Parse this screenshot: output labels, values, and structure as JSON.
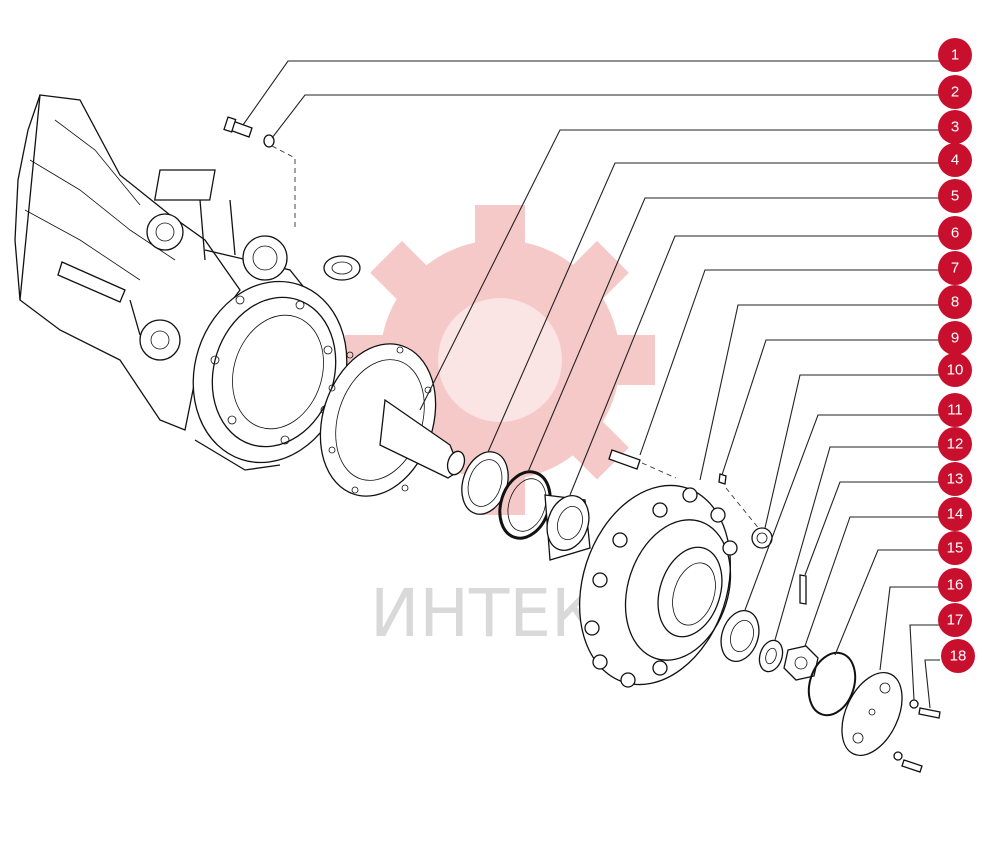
{
  "watermark": {
    "text": "ИНТЕК",
    "color": "#d9d9d9",
    "gear_color": "#f6c9c9"
  },
  "callout_color": "#c8102e",
  "callouts": [
    "1",
    "2",
    "3",
    "4",
    "5",
    "6",
    "7",
    "8",
    "9",
    "10",
    "11",
    "12",
    "13",
    "14",
    "15",
    "16",
    "17",
    "18"
  ]
}
